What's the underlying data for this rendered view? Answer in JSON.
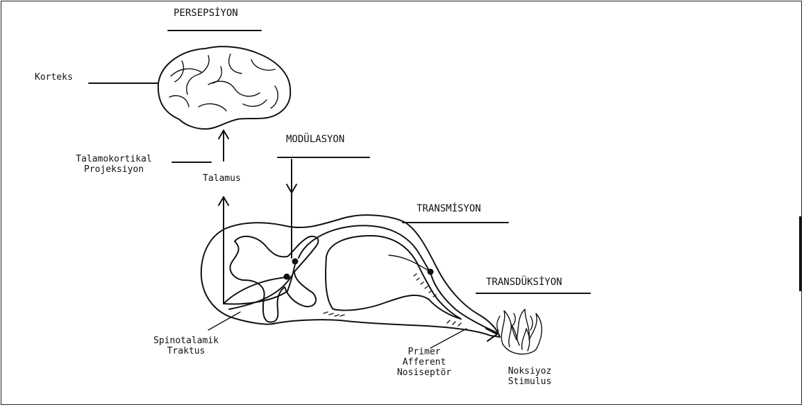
{
  "headings": {
    "perception": "PERSEPSİYON",
    "modulation": "MODÜLASYON",
    "transmission": "TRANSMİSYON",
    "transduction": "TRANSDÜKSİYON"
  },
  "labels": {
    "cortex": "Korteks",
    "thalamocortical_line1": "Talamokortikal",
    "thalamocortical_line2": "Projeksiyon",
    "thalamus": "Talamus",
    "spinothalamic_line1": "Spinotalamik",
    "spinothalamic_line2": "Traktus",
    "afferent_line1": "Primer",
    "afferent_line2": "Afferent",
    "afferent_line3": "Nosiseptör",
    "stimulus_line1": "Noksiyoz",
    "stimulus_line2": "Stimulus"
  },
  "colors": {
    "ink": "#111111",
    "background": "#ffffff"
  }
}
